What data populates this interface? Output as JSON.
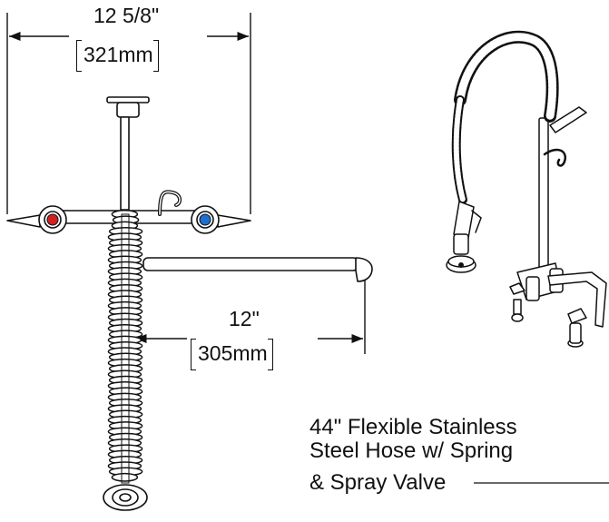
{
  "dimensions": {
    "overall_width": {
      "imperial": "12 5/8\"",
      "metric": "321mm"
    },
    "spout_reach": {
      "imperial": "12\"",
      "metric": "305mm"
    }
  },
  "callout": {
    "line1": "44\" Flexible Stainless",
    "line2": "Steel Hose w/ Spring",
    "line3": "& Spray Valve"
  },
  "colors": {
    "line": "#111111",
    "hot_handle": "#d22020",
    "cold_handle": "#1e6fd0",
    "background": "#ffffff"
  },
  "icons": [
    "hot-handle-icon",
    "cold-handle-icon",
    "spray-valve-icon"
  ]
}
